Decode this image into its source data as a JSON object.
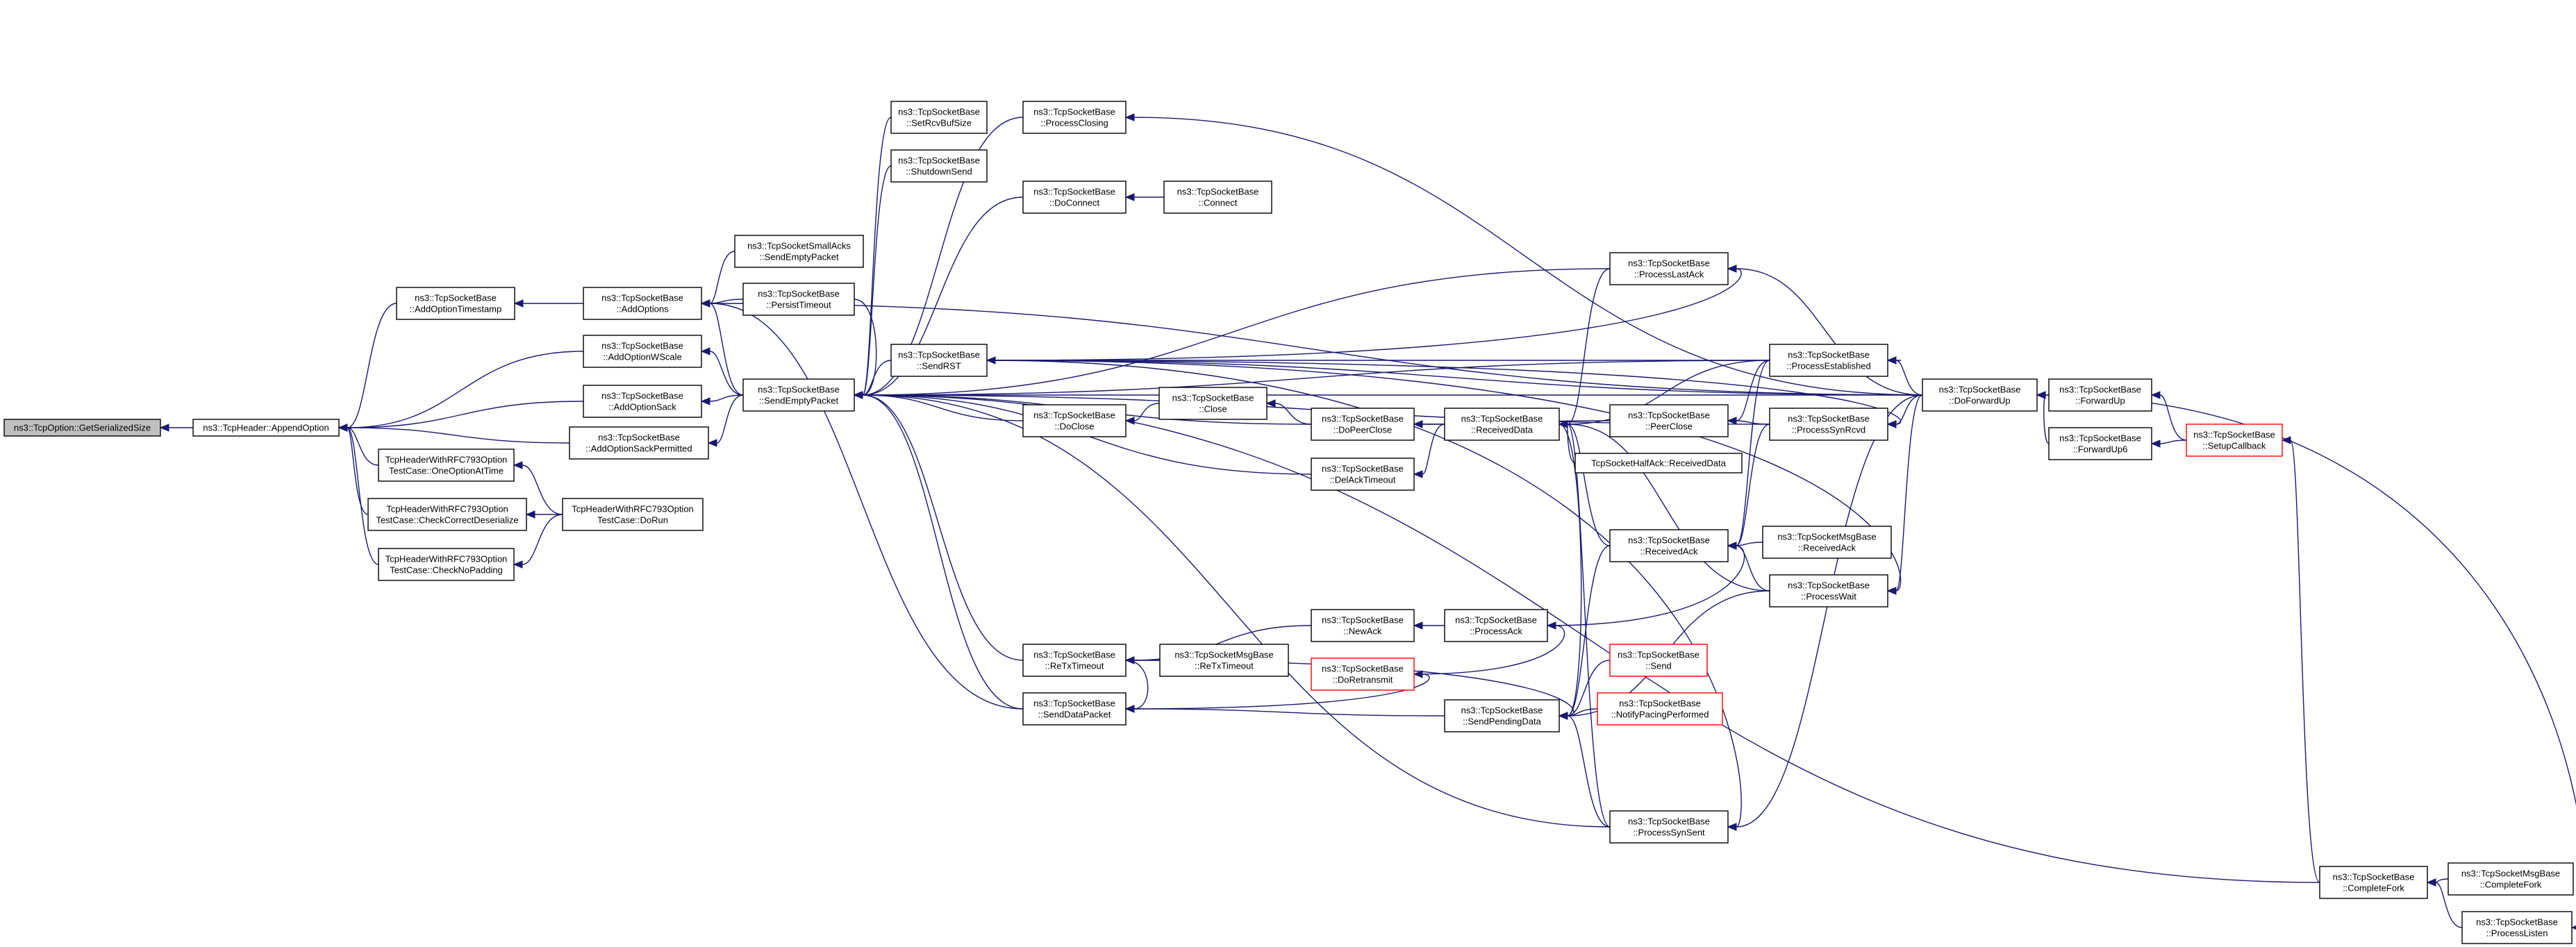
{
  "nodes": [
    {
      "id": "gss",
      "lines": [
        "ns3::TcpOption::GetSerializedSize"
      ],
      "style": "root"
    },
    {
      "id": "append",
      "lines": [
        "ns3::TcpHeader::AppendOption"
      ]
    },
    {
      "id": "addts",
      "lines": [
        "ns3::TcpSocketBase",
        "::AddOptionTimestamp"
      ]
    },
    {
      "id": "addopts",
      "lines": [
        "ns3::TcpSocketBase",
        "::AddOptions"
      ]
    },
    {
      "id": "addws",
      "lines": [
        "ns3::TcpSocketBase",
        "::AddOptionWScale"
      ]
    },
    {
      "id": "addsack",
      "lines": [
        "ns3::TcpSocketBase",
        "::AddOptionSack"
      ]
    },
    {
      "id": "addsackp",
      "lines": [
        "ns3::TcpSocketBase",
        "::AddOptionSackPermitted"
      ]
    },
    {
      "id": "oneopt",
      "lines": [
        "TcpHeaderWithRFC793Option",
        "TestCase::OneOptionAtTime"
      ]
    },
    {
      "id": "checkdes",
      "lines": [
        "TcpHeaderWithRFC793Option",
        "TestCase::CheckCorrectDeserialize"
      ]
    },
    {
      "id": "checknp",
      "lines": [
        "TcpHeaderWithRFC793Option",
        "TestCase::CheckNoPadding"
      ]
    },
    {
      "id": "dorun",
      "lines": [
        "TcpHeaderWithRFC793Option",
        "TestCase::DoRun"
      ]
    },
    {
      "id": "smallacks",
      "lines": [
        "ns3::TcpSocketSmallAcks",
        "::SendEmptyPacket"
      ]
    },
    {
      "id": "persist",
      "lines": [
        "ns3::TcpSocketBase",
        "::PersistTimeout"
      ]
    },
    {
      "id": "sendempty",
      "lines": [
        "ns3::TcpSocketBase",
        "::SendEmptyPacket"
      ]
    },
    {
      "id": "setrcvbuf",
      "lines": [
        "ns3::TcpSocketBase",
        "::SetRcvBufSize"
      ]
    },
    {
      "id": "shutdown",
      "lines": [
        "ns3::TcpSocketBase",
        "::ShutdownSend"
      ]
    },
    {
      "id": "sendrst",
      "lines": [
        "ns3::TcpSocketBase",
        "::SendRST"
      ]
    },
    {
      "id": "pclosing",
      "lines": [
        "ns3::TcpSocketBase",
        "::ProcessClosing"
      ]
    },
    {
      "id": "doconnect",
      "lines": [
        "ns3::TcpSocketBase",
        "::DoConnect"
      ]
    },
    {
      "id": "connect",
      "lines": [
        "ns3::TcpSocketBase",
        "::Connect"
      ]
    },
    {
      "id": "doclose",
      "lines": [
        "ns3::TcpSocketBase",
        "::DoClose"
      ]
    },
    {
      "id": "close",
      "lines": [
        "ns3::TcpSocketBase",
        "::Close"
      ]
    },
    {
      "id": "dopeerclose",
      "lines": [
        "ns3::TcpSocketBase",
        "::DoPeerClose"
      ]
    },
    {
      "id": "delack",
      "lines": [
        "ns3::TcpSocketBase",
        "::DelAckTimeout"
      ]
    },
    {
      "id": "plastack",
      "lines": [
        "ns3::TcpSocketBase",
        "::ProcessLastAck"
      ]
    },
    {
      "id": "recvdata",
      "lines": [
        "ns3::TcpSocketBase",
        "::ReceivedData"
      ]
    },
    {
      "id": "halfack",
      "lines": [
        "TcpSocketHalfAck::ReceivedData"
      ]
    },
    {
      "id": "peerclose",
      "lines": [
        "ns3::TcpSocketBase",
        "::PeerClose"
      ]
    },
    {
      "id": "pestab",
      "lines": [
        "ns3::TcpSocketBase",
        "::ProcessEstablished"
      ]
    },
    {
      "id": "psynrcvd",
      "lines": [
        "ns3::TcpSocketBase",
        "::ProcessSynRcvd"
      ]
    },
    {
      "id": "recvack",
      "lines": [
        "ns3::TcpSocketBase",
        "::ReceivedAck"
      ]
    },
    {
      "id": "msgrecvack",
      "lines": [
        "ns3::TcpSocketMsgBase",
        "::ReceivedAck"
      ]
    },
    {
      "id": "pwait",
      "lines": [
        "ns3::TcpSocketBase",
        "::ProcessWait"
      ]
    },
    {
      "id": "retx",
      "lines": [
        "ns3::TcpSocketBase",
        "::ReTxTimeout"
      ]
    },
    {
      "id": "newack",
      "lines": [
        "ns3::TcpSocketBase",
        "::NewAck"
      ]
    },
    {
      "id": "msgretx",
      "lines": [
        "ns3::TcpSocketMsgBase",
        "::ReTxTimeout"
      ]
    },
    {
      "id": "pack",
      "lines": [
        "ns3::TcpSocketBase",
        "::ProcessAck"
      ]
    },
    {
      "id": "doretx",
      "lines": [
        "ns3::TcpSocketBase",
        "::DoRetransmit"
      ],
      "style": "red"
    },
    {
      "id": "senddata",
      "lines": [
        "ns3::TcpSocketBase",
        "::SendDataPacket"
      ]
    },
    {
      "id": "sendpending",
      "lines": [
        "ns3::TcpSocketBase",
        "::SendPendingData"
      ]
    },
    {
      "id": "send",
      "lines": [
        "ns3::TcpSocketBase",
        "::Send"
      ],
      "style": "red"
    },
    {
      "id": "pacing",
      "lines": [
        "ns3::TcpSocketBase",
        "::NotifyPacingPerformed"
      ],
      "style": "red"
    },
    {
      "id": "psynsent",
      "lines": [
        "ns3::TcpSocketBase",
        "::ProcessSynSent"
      ]
    },
    {
      "id": "doforward",
      "lines": [
        "ns3::TcpSocketBase",
        "::DoForwardUp"
      ]
    },
    {
      "id": "forwardup",
      "lines": [
        "ns3::TcpSocketBase",
        "::ForwardUp"
      ]
    },
    {
      "id": "forwardup6",
      "lines": [
        "ns3::TcpSocketBase",
        "::ForwardUp6"
      ]
    },
    {
      "id": "setupcb",
      "lines": [
        "ns3::TcpSocketBase",
        "::SetupCallback"
      ],
      "style": "red"
    },
    {
      "id": "completefork",
      "lines": [
        "ns3::TcpSocketBase",
        "::CompleteFork"
      ]
    },
    {
      "id": "msgcompletefork",
      "lines": [
        "ns3::TcpSocketMsgBase",
        "::CompleteFork"
      ]
    },
    {
      "id": "plisten",
      "lines": [
        "ns3::TcpSocketBase",
        "::ProcessListen"
      ]
    }
  ],
  "edges": [
    [
      "append",
      "gss"
    ],
    [
      "addts",
      "append"
    ],
    [
      "addws",
      "append"
    ],
    [
      "addsack",
      "append"
    ],
    [
      "addsackp",
      "append"
    ],
    [
      "oneopt",
      "append"
    ],
    [
      "checkdes",
      "append"
    ],
    [
      "checknp",
      "append"
    ],
    [
      "dorun",
      "oneopt"
    ],
    [
      "dorun",
      "checkdes"
    ],
    [
      "dorun",
      "checknp"
    ],
    [
      "addopts",
      "addts"
    ],
    [
      "sendempty",
      "addws"
    ],
    [
      "sendempty",
      "addsack"
    ],
    [
      "sendempty",
      "addsackp"
    ],
    [
      "smallacks",
      "addopts"
    ],
    [
      "persist",
      "addopts"
    ],
    [
      "sendempty",
      "addopts"
    ],
    [
      "doforward",
      "addopts"
    ],
    [
      "senddata",
      "addopts"
    ],
    [
      "persist",
      "sendempty"
    ],
    [
      "setrcvbuf",
      "sendempty"
    ],
    [
      "shutdown",
      "sendempty"
    ],
    [
      "pclosing",
      "sendempty"
    ],
    [
      "doconnect",
      "sendempty"
    ],
    [
      "sendrst",
      "sendempty"
    ],
    [
      "doclose",
      "sendempty"
    ],
    [
      "dopeerclose",
      "sendempty"
    ],
    [
      "delack",
      "sendempty"
    ],
    [
      "plastack",
      "sendempty"
    ],
    [
      "pestab",
      "sendempty"
    ],
    [
      "psynrcvd",
      "sendempty"
    ],
    [
      "retx",
      "sendempty"
    ],
    [
      "senddata",
      "sendempty"
    ],
    [
      "psynsent",
      "sendempty"
    ],
    [
      "completefork",
      "sendempty"
    ],
    [
      "doforward",
      "sendempty"
    ],
    [
      "connect",
      "doconnect"
    ],
    [
      "close",
      "doclose"
    ],
    [
      "dopeerclose",
      "close"
    ],
    [
      "peerclose",
      "dopeerclose"
    ],
    [
      "recvdata",
      "dopeerclose"
    ],
    [
      "recvdata",
      "delack"
    ],
    [
      "halfack",
      "recvdata"
    ],
    [
      "plastack",
      "recvdata"
    ],
    [
      "pestab",
      "recvdata"
    ],
    [
      "pwait",
      "recvdata"
    ],
    [
      "psynsent",
      "recvdata"
    ],
    [
      "recvack",
      "recvdata"
    ],
    [
      "pestab",
      "peerclose"
    ],
    [
      "psynrcvd",
      "peerclose"
    ],
    [
      "pestab",
      "recvack"
    ],
    [
      "psynrcvd",
      "recvack"
    ],
    [
      "pwait",
      "recvack"
    ],
    [
      "msgrecvack",
      "recvack"
    ],
    [
      "pack",
      "recvack"
    ],
    [
      "doforward",
      "pestab"
    ],
    [
      "doforward",
      "psynrcvd"
    ],
    [
      "doforward",
      "plastack"
    ],
    [
      "doforward",
      "pclosing"
    ],
    [
      "doforward",
      "pwait"
    ],
    [
      "doforward",
      "psynsent"
    ],
    [
      "doforward",
      "sendrst"
    ],
    [
      "sendrst",
      "pestab"
    ],
    [
      "sendrst",
      "psynrcvd"
    ],
    [
      "sendrst",
      "plastack"
    ],
    [
      "sendrst",
      "pwait"
    ],
    [
      "sendrst",
      "psynsent"
    ],
    [
      "forwardup",
      "doforward"
    ],
    [
      "forwardup6",
      "doforward"
    ],
    [
      "setupcb",
      "forwardup"
    ],
    [
      "setupcb",
      "forwardup6"
    ],
    [
      "completefork",
      "setupcb"
    ],
    [
      "msgcompletefork",
      "completefork"
    ],
    [
      "plisten",
      "completefork"
    ],
    [
      "doforward",
      "plisten"
    ],
    [
      "newack",
      "retx"
    ],
    [
      "msgretx",
      "retx"
    ],
    [
      "pack",
      "newack"
    ],
    [
      "doretx",
      "pack"
    ],
    [
      "senddata",
      "doretx"
    ],
    [
      "retx",
      "senddata"
    ],
    [
      "sendpending",
      "senddata"
    ],
    [
      "send",
      "sendpending"
    ],
    [
      "pacing",
      "sendpending"
    ],
    [
      "recvack",
      "sendpending"
    ],
    [
      "recvdata",
      "sendpending"
    ],
    [
      "psynsent",
      "sendpending"
    ],
    [
      "retx",
      "sendpending"
    ],
    [
      "pwait",
      "sendpending"
    ]
  ]
}
